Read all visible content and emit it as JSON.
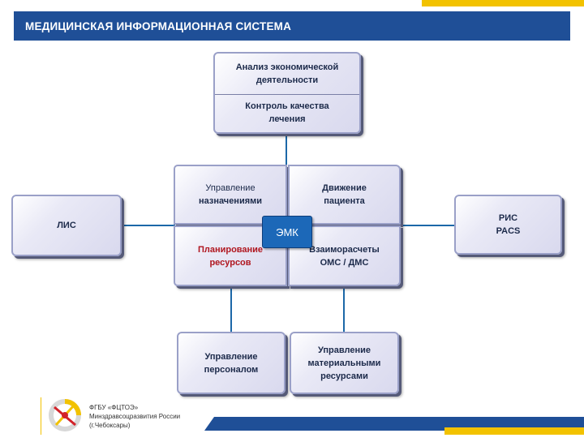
{
  "header": {
    "title": "МЕДИЦИНСКАЯ ИНФОРМАЦИОННАЯ СИСТЕМА"
  },
  "top_box": {
    "upper": [
      "Анализ экономической",
      "деятельности"
    ],
    "lower": [
      "Контроль качества",
      "лечения"
    ]
  },
  "center": {
    "top_left": [
      "Управление",
      "назначениями"
    ],
    "top_right": [
      "Движение",
      "пациента"
    ],
    "bottom_left": [
      "Планирование",
      "ресурсов"
    ],
    "bottom_right": [
      "Взаиморасчеты",
      "ОМС / ДМС"
    ],
    "emk": "ЭМК"
  },
  "left_box": {
    "label": "ЛИС"
  },
  "right_box": {
    "lines": [
      "РИС",
      "PACS"
    ]
  },
  "bottom_left_box": [
    "Управление",
    "персоналом"
  ],
  "bottom_right_box": [
    "Управление",
    "материальными",
    "ресурсами"
  ],
  "footer": {
    "org_lines": [
      "ФГБУ «ФЦТОЭ»",
      "Минздравсоцразвития России",
      "(г.Чебоксары)"
    ]
  },
  "colors": {
    "header_bg": "#1f4f97",
    "accent_gold": "#f2c200",
    "connector": "#1c68a8",
    "emk_bg": "#1c68b8",
    "red_text": "#b0161f"
  }
}
